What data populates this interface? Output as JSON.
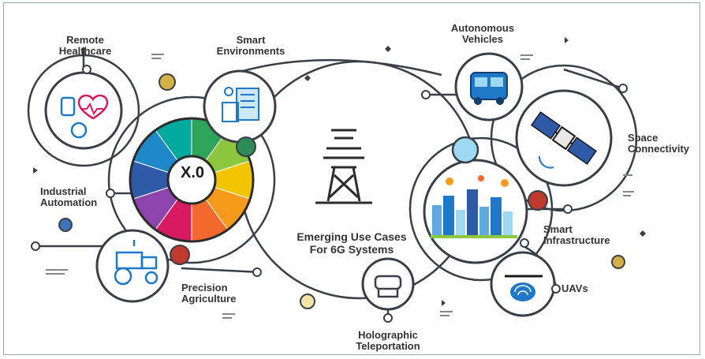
{
  "center": {
    "title_line1": "Emerging Use Cases",
    "title_line2": "For 6G Systems"
  },
  "hub": {
    "label": "X.0",
    "segment_colors": [
      "#2ea35a",
      "#8dc63f",
      "#f2c500",
      "#f59a1b",
      "#f26a2e",
      "#d81b60",
      "#8e44ad",
      "#2f5aa8",
      "#1e88c9",
      "#00a99d"
    ]
  },
  "use_cases": {
    "remote_healthcare": {
      "line1": "Remote",
      "line2": "Healthcare"
    },
    "smart_environments": {
      "line1": "Smart",
      "line2": "Environments"
    },
    "autonomous_vehicles": {
      "line1": "Autonomous",
      "line2": "Vehicles"
    },
    "space_connectivity": {
      "line1": "Space",
      "line2": "Connectivity"
    },
    "industrial_automation": {
      "line1": "Industrial",
      "line2": "Automation"
    },
    "smart_infrastructure": {
      "line1": "Smart",
      "line2": "Infrastructure"
    },
    "precision_agriculture": {
      "line1": "Precision",
      "line2": "Agriculture"
    },
    "uavs": {
      "line1": "UAVs"
    },
    "holographic_teleportation": {
      "line1": "Holographic",
      "line2": "Teleportation"
    }
  },
  "icons": [
    "cell-tower-icon",
    "heart-monitor-icon",
    "smart-building-icon",
    "bus-icon",
    "satellite-icon",
    "tractor-icon",
    "city-skyline-icon",
    "drone-icon",
    "vr-headset-icon"
  ],
  "colors": {
    "line": "#3a3f47",
    "accent_blue": "#1f78c8",
    "light_blue": "#9fd8f3",
    "text": "#333333"
  }
}
